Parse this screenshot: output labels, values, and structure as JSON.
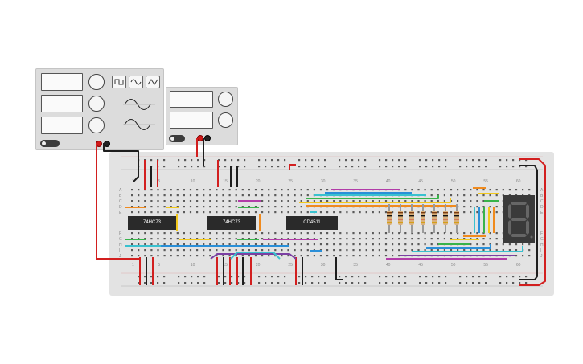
{
  "function_generator": {
    "waveforms": [
      "square-wave-icon",
      "sine-wave-icon",
      "triangle-wave-icon"
    ],
    "power_label": "",
    "knob_labels": [
      "",
      "",
      ""
    ]
  },
  "power_supply": {
    "knob_labels": [
      "",
      ""
    ]
  },
  "breadboard": {
    "column_numbers": [
      "1",
      "5",
      "10",
      "15",
      "20",
      "25",
      "30",
      "35",
      "40",
      "45",
      "50",
      "55",
      "60"
    ],
    "row_letters_top": [
      "A",
      "B",
      "C",
      "D",
      "E"
    ],
    "row_letters_bottom": [
      "F",
      "G",
      "H",
      "I",
      "J"
    ],
    "rails": [
      "+",
      "-",
      "+",
      "-"
    ]
  },
  "chips": [
    {
      "label": "74HC73"
    },
    {
      "label": "74HC73"
    },
    {
      "label": "CD4511"
    }
  ],
  "display": {
    "digit": "8",
    "type": "seven-segment-display"
  },
  "colors": {
    "red_wire": "#d21f1f",
    "black_wire": "#1e1e1e",
    "orange_wire": "#f08a1d",
    "yellow_wire": "#f2c81b",
    "green_wire": "#38b34a",
    "blue_wire": "#2a8fd8",
    "purple_wire": "#7b3fa3",
    "magenta_wire": "#b23ca8",
    "cyan_wire": "#39c1cf"
  }
}
